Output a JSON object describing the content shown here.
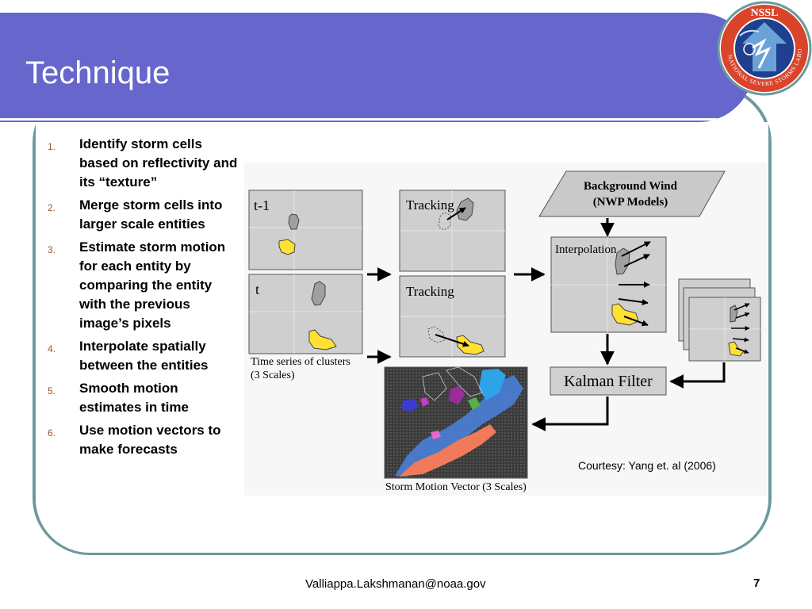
{
  "slide": {
    "title": "Technique",
    "logo_text": {
      "top": "NSSL",
      "ring": "NATIONAL SEVERE STORMS LABORATORY"
    },
    "steps": [
      {
        "num": "1.",
        "text": "Identify storm cells based on reflectivity and its “texture”"
      },
      {
        "num": "2.",
        "text": "Merge storm cells into larger scale entities"
      },
      {
        "num": "3.",
        "text": "Estimate storm motion for each entity by comparing the entity with the previous image’s pixels"
      },
      {
        "num": "4.",
        "text": "Interpolate spatially between the entities"
      },
      {
        "num": "5.",
        "text": "Smooth motion estimates in time"
      },
      {
        "num": "6.",
        "text": "Use motion vectors to make forecasts"
      }
    ],
    "diagram": {
      "frame_prev": "t-1",
      "frame_curr": "t",
      "time_series_caption_1": "Time series of clusters",
      "time_series_caption_2": "(3 Scales)",
      "tracking_1": "Tracking",
      "tracking_2": "Tracking",
      "background_wind_1": "Background Wind",
      "background_wind_2": "(NWP Models)",
      "interpolation": "Interpolation",
      "kalman": "Kalman Filter",
      "output_caption": "Storm Motion Vector (3 Scales)"
    },
    "courtesy": "Courtesy: Yang et. al (2006)",
    "footer_email": "Valliappa.Lakshmanan@noaa.gov",
    "page_number": "7"
  },
  "colors": {
    "header": "#6666cc",
    "frame": "#6b9a9d",
    "cell_gray": "#a0a0a0",
    "cell_yellow": "#ffe033",
    "step_number": "#a0522d"
  }
}
